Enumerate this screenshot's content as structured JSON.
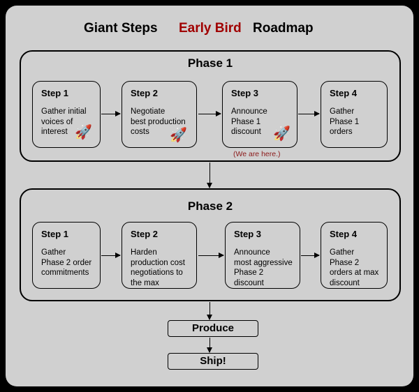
{
  "title": {
    "part1": "Giant Steps",
    "part2": "Early Bird",
    "part3": "Roadmap",
    "accent_color": "#a00000"
  },
  "phase1": {
    "label": "Phase 1",
    "steps": [
      {
        "title": "Step 1",
        "text": "Gather initial\nvoices of\ninterest",
        "rocket": true
      },
      {
        "title": "Step 2",
        "text": "Negotiate\nbest production\ncosts",
        "rocket": true
      },
      {
        "title": "Step 3",
        "text": "Announce\nPhase 1\ndiscount",
        "rocket": true
      },
      {
        "title": "Step 4",
        "text": "Gather\nPhase 1\norders",
        "rocket": false
      }
    ],
    "note": "(We are here.)"
  },
  "phase2": {
    "label": "Phase 2",
    "steps": [
      {
        "title": "Step 1",
        "text": "Gather\nPhase 2 order\ncommitments"
      },
      {
        "title": "Step 2",
        "text": "Harden\nproduction cost\nnegotiations to\nthe max"
      },
      {
        "title": "Step 3",
        "text": "Announce\nmost aggressive\nPhase 2\ndiscount"
      },
      {
        "title": "Step 4",
        "text": "Gather\nPhase 2\norders at max\ndiscount"
      }
    ]
  },
  "produce": "Produce",
  "ship": "Ship!",
  "icons": {
    "rocket": "🚀"
  }
}
